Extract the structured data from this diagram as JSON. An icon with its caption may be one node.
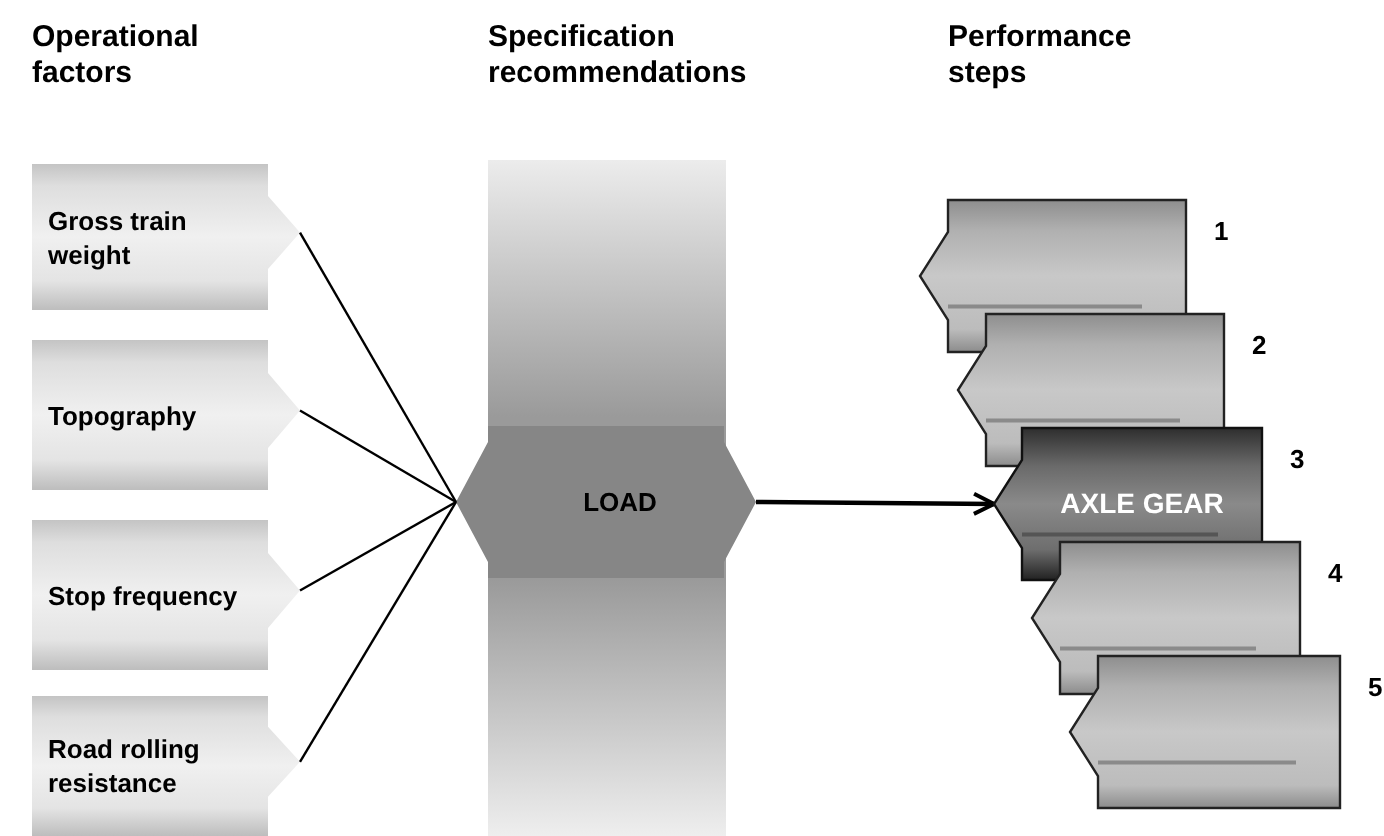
{
  "diagram": {
    "nodes": [
      {
        "text": [
          "Gross train weight"
        ]
      },
      {
        "text": [
          "Topography"
        ]
      },
      {
        "text": [
          "Stop frequency"
        ]
      },
      {
        "text": [
          "Road rolling resistance"
        ]
      },
      {
        "text": [
          "LOAD"
        ]
      },
      {
        "text": [],
        "shape": "box",
        "beside": [
          "1"
        ]
      },
      {
        "text": [],
        "shape": "box",
        "beside": [
          "2"
        ]
      },
      {
        "text": [
          "AXLE GEAR"
        ],
        "beside": [
          "3"
        ]
      },
      {
        "text": [],
        "shape": "box",
        "beside": [
          "4"
        ]
      },
      {
        "text": [],
        "shape": "box",
        "beside": [
          "5"
        ]
      }
    ],
    "edges": [
      {
        "from": 0,
        "to": 4,
        "arrow": "none"
      },
      {
        "from": 1,
        "to": 4,
        "arrow": "none"
      },
      {
        "from": 2,
        "to": 4,
        "arrow": "none"
      },
      {
        "from": 3,
        "to": 4,
        "arrow": "none"
      },
      {
        "from": 4,
        "to": 7,
        "arrow": "to"
      }
    ],
    "labels": [
      "Operational factors",
      "Specification recommendations",
      "Performance steps"
    ]
  }
}
